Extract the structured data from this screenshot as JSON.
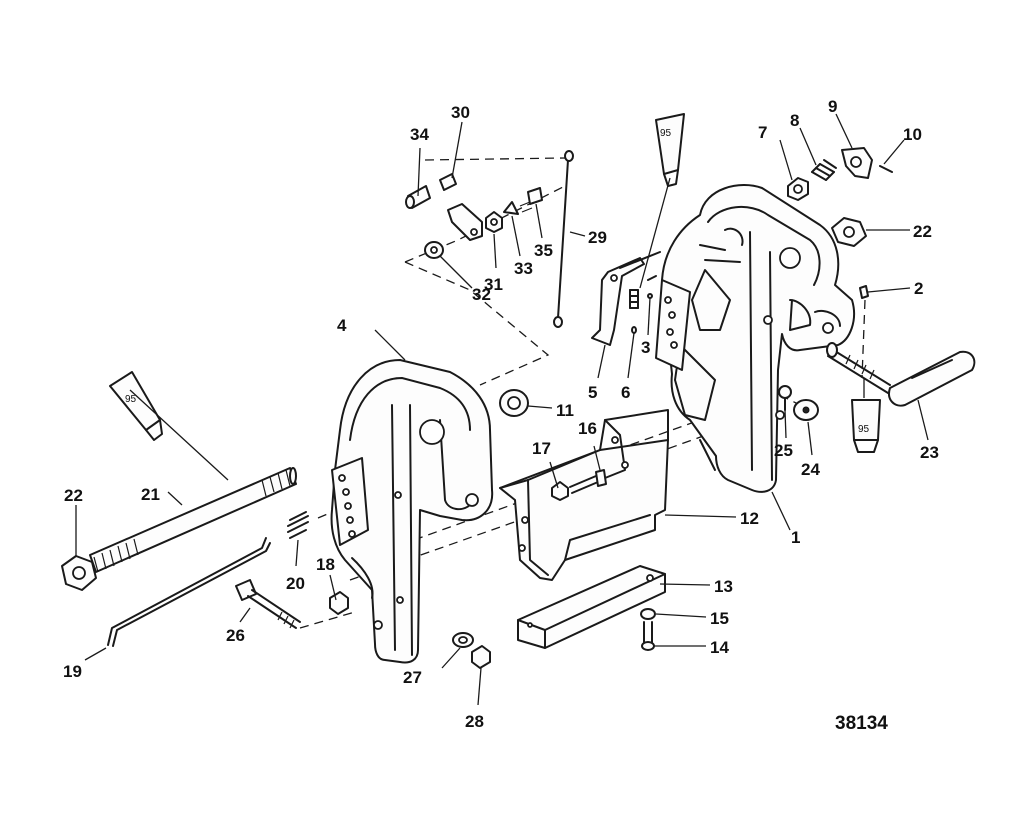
{
  "reference_number": "38134",
  "lubricant_tube_label": "95",
  "callouts": {
    "c1": "1",
    "c2": "2",
    "c3": "3",
    "c4": "4",
    "c5": "5",
    "c6": "6",
    "c7": "7",
    "c8": "8",
    "c9": "9",
    "c10": "10",
    "c11": "11",
    "c12": "12",
    "c13": "13",
    "c14": "14",
    "c15": "15",
    "c16": "16",
    "c17": "17",
    "c18": "18",
    "c19": "19",
    "c20": "20",
    "c21": "21",
    "c22a": "22",
    "c22b": "22",
    "c23": "23",
    "c24": "24",
    "c25": "25",
    "c26": "26",
    "c27": "27",
    "c28": "28",
    "c29": "29",
    "c30": "30",
    "c31": "31",
    "c32": "32",
    "c33": "33",
    "c34": "34",
    "c35": "35"
  }
}
